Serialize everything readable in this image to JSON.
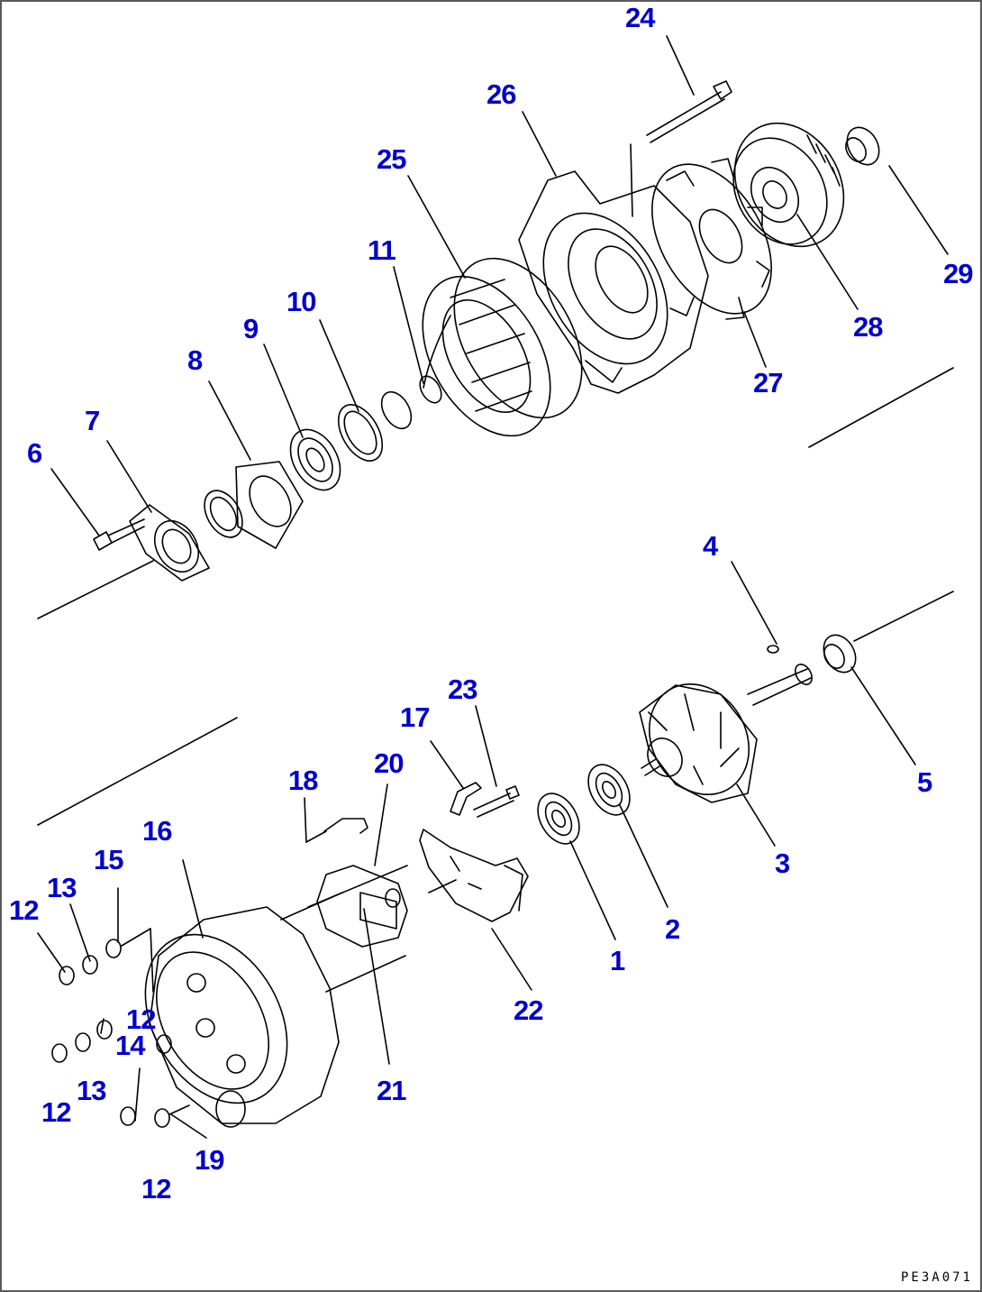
{
  "colors": {
    "callout": "#0000cc",
    "line": "#000000",
    "background": "#ffffff",
    "frame": "#5a5a5a"
  },
  "diagram": {
    "drawing_code": "PE3A071",
    "callouts": {
      "c1": "1",
      "c2": "2",
      "c3": "3",
      "c4": "4",
      "c5": "5",
      "c6": "6",
      "c7": "7",
      "c8": "8",
      "c9": "9",
      "c10": "10",
      "c11": "11",
      "c12a": "12",
      "c12b": "12",
      "c12c": "12",
      "c12d": "12",
      "c13a": "13",
      "c13b": "13",
      "c14": "14",
      "c15": "15",
      "c16": "16",
      "c17": "17",
      "c18": "18",
      "c19": "19",
      "c20": "20",
      "c21": "21",
      "c22": "22",
      "c23": "23",
      "c24": "24",
      "c25": "25",
      "c26": "26",
      "c27": "27",
      "c28": "28",
      "c29": "29"
    }
  }
}
